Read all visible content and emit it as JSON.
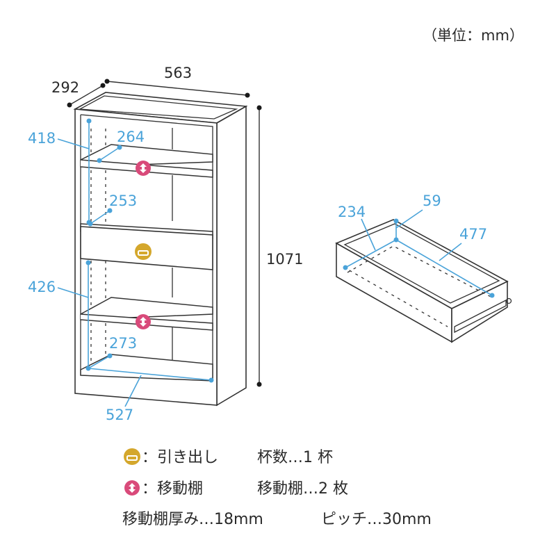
{
  "unit_note": "（単位：mm）",
  "bookcase": {
    "depth": "292",
    "width": "563",
    "height": "1071",
    "top_section": "418",
    "top_inner_depth": "264",
    "middle_inner_depth": "253",
    "lower_section": "426",
    "bottom_inner_depth": "273",
    "inner_width": "527"
  },
  "drawer": {
    "inner_depth": "234",
    "inner_height": "59",
    "inner_width": "477"
  },
  "legend": {
    "drawer_label": "：引き出し",
    "drawer_count": "杯数…1 杯",
    "shelf_label": "：移動棚",
    "shelf_count": "移動棚…2 枚",
    "thickness": "移動棚厚み…18mm",
    "pitch": "ピッチ…30mm"
  },
  "colors": {
    "dimension_blue": "#4aa3d9",
    "drawer_icon": "#d4a72c",
    "shelf_icon": "#d94a7a",
    "line": "#333333"
  },
  "icons": {
    "drawer": "drawer-icon",
    "movable_shelf": "up-down-arrow-icon"
  }
}
